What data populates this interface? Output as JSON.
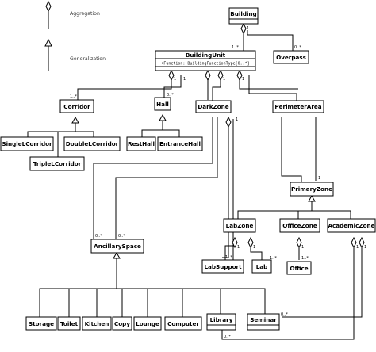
{
  "legend": {
    "aggregation_label": "Aggregation",
    "generalization_label": "Generalization"
  },
  "classes": {
    "building": "Building",
    "building_unit": "BuildingUnit",
    "building_unit_attr": "+Function: BuildingFunctionType[0..*]",
    "overpass": "Overpass",
    "corridor": "Corridor",
    "hall": "Hall",
    "dark_zone": "DarkZone",
    "perimeter_area": "PerimeterArea",
    "single_l_corridor": "SingleLCorridor",
    "double_l_corridor": "DoubleLCorridor",
    "triple_l_corridor": "TripleLCorridor",
    "rest_hall": "RestHall",
    "entrance_hall": "EntranceHall",
    "primary_zone": "PrimaryZone",
    "lab_zone": "LabZone",
    "office_zone": "OfficeZone",
    "academic_zone": "AcademicZone",
    "ancillary_space": "AncillarySpace",
    "lab_support": "LabSupport",
    "lab": "Lab",
    "office": "Office",
    "storage": "Storage",
    "toilet": "Toilet",
    "kitchen": "Kitchen",
    "copy": "Copy",
    "lounge": "Lounge",
    "computer": "Computer",
    "library": "Library",
    "seminar": "Seminar"
  },
  "multiplicities": {
    "building_unit_building": "1..*",
    "building_building_unit": "1",
    "overpass_building": "0..*",
    "corridor_unit": "1..*",
    "unit_corridor": "1",
    "hall_unit": "0..*",
    "unit_hall": "1",
    "darkzone_unit": "1",
    "perimeter_unit": "1",
    "darkzone_ancillary": "1",
    "primary_perimeter": "1",
    "ancillary_darkzone": "0..*",
    "ancillary_perimeter": "0..*",
    "labsupport_labzone": "1..*",
    "lab_labzone": "1..*",
    "labzone_labsupport": "1",
    "labzone_lab": "1",
    "office_officezone": "1..*",
    "officezone_office": "1",
    "academic_library": "1",
    "academic_seminar": "1",
    "library_academic": "0..*",
    "seminar_academic": "0..*"
  }
}
